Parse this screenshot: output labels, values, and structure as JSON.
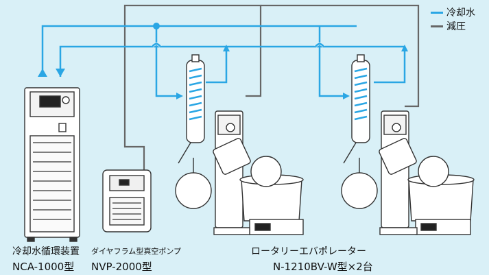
{
  "legend": {
    "items": [
      {
        "label": "冷却水",
        "color": "#2aa6e4"
      },
      {
        "label": "減圧",
        "color": "#666666"
      }
    ]
  },
  "colors": {
    "background": "#d9f0f7",
    "cooling_water": "#2aa6e4",
    "vacuum": "#666666",
    "equipment_fill": "#ffffff",
    "equipment_stroke": "#333333"
  },
  "devices": {
    "chiller": {
      "name_line1": "冷却水循環装置",
      "name_line2": "NCA-1000型"
    },
    "pump": {
      "name_line1": "ダイヤフラム型真空ポンプ",
      "name_line2": "NVP-2000型"
    },
    "evaporators": {
      "name_line1": "ロータリーエバポレーター",
      "name_line2": "N-1210BV-W型×2台"
    }
  }
}
